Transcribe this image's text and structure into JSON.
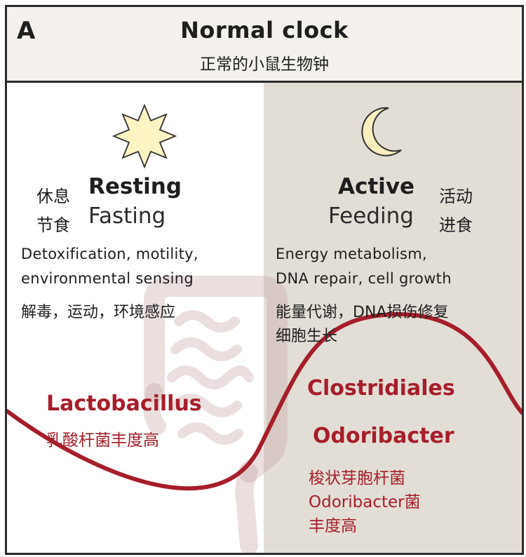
{
  "panel_label": "A",
  "header": {
    "title": "Normal clock",
    "subtitle": "正常的小鼠生物钟"
  },
  "day": {
    "icon": "sun-icon",
    "state_cn_1": "休息",
    "state_en_1": "Resting",
    "state_cn_2": "节食",
    "state_en_2": "Fasting",
    "functions_en_line1": "Detoxification, motility,",
    "functions_en_line2": "environmental sensing",
    "functions_cn": "解毒，运动，环境感应",
    "bacteria_en": "Lactobacillus",
    "bacteria_cn": "乳酸杆菌丰度高"
  },
  "night": {
    "icon": "moon-icon",
    "state_en_1": "Active",
    "state_cn_1": "活动",
    "state_en_2": "Feeding",
    "state_cn_2": "进食",
    "functions_en_line1": "Energy metabolism,",
    "functions_en_line2": "DNA repair, cell growth",
    "functions_cn_line1": "能量代谢，DNA损伤修复",
    "functions_cn_line2": "细胞生长",
    "bacteria_en_1": "Clostridiales",
    "bacteria_en_2": "Odoribacter",
    "bacteria_cn_line1": "梭状芽胞杆菌",
    "bacteria_cn_line2": "Odoribacter菌",
    "bacteria_cn_line3": "丰度高"
  },
  "colors": {
    "accent_red": "#a61e2a",
    "night_background": "#e2ded6",
    "header_background": "#f4f1ec",
    "sun_fill": "#fbf3c2",
    "moon_fill": "#f8efbf"
  }
}
